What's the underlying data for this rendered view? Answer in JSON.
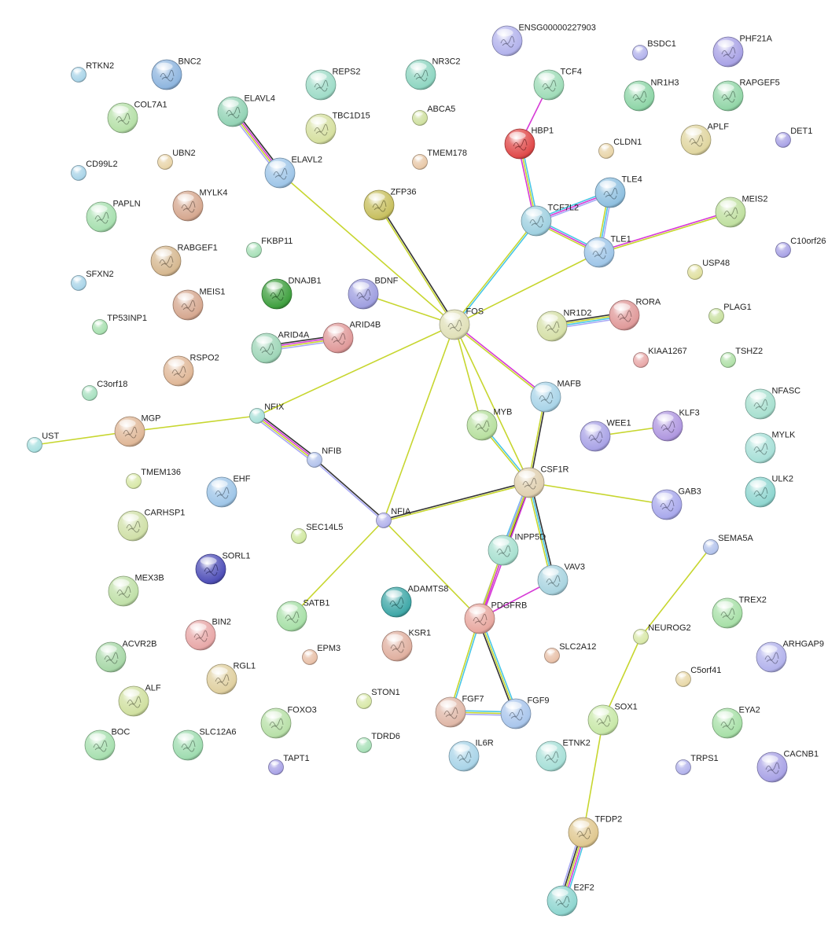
{
  "colors": {
    "textmining": "#c7d62f",
    "coexpression": "#333333",
    "database": "#49c6e5",
    "experimental": "#d63ad6",
    "homology": "#a9a9f5",
    "cooccurrence": "#2e3bd6",
    "neighborhood": "#3ec54a",
    "fusion": "#d62b2b",
    "label": "#222222"
  },
  "nodes": [
    {
      "id": "RTKN2",
      "label": "RTKN2",
      "color": "#a9d4e8",
      "big": false
    },
    {
      "id": "BNC2",
      "label": "BNC2",
      "color": "#8fb6df",
      "big": true
    },
    {
      "id": "COL7A1",
      "label": "COL7A1",
      "color": "#b6e0a8",
      "big": true
    },
    {
      "id": "ELAVL4",
      "label": "ELAVL4",
      "color": "#93d3b5",
      "big": true
    },
    {
      "id": "REPS2",
      "label": "REPS2",
      "color": "#9fdcc8",
      "big": true
    },
    {
      "id": "NR3C2",
      "label": "NR3C2",
      "color": "#8fd6c2",
      "big": true
    },
    {
      "id": "ENSG",
      "label": "ENSG00000227903",
      "color": "#b3b3ec",
      "big": true
    },
    {
      "id": "BSDC1",
      "label": "BSDC1",
      "color": "#b3b3ec",
      "big": false
    },
    {
      "id": "PHF21A",
      "label": "PHF21A",
      "color": "#a9a3e6",
      "big": true
    },
    {
      "id": "TCF4",
      "label": "TCF4",
      "color": "#9fdcb8",
      "big": true
    },
    {
      "id": "NR1H3",
      "label": "NR1H3",
      "color": "#8fd6a8",
      "big": true
    },
    {
      "id": "RAPGEF5",
      "label": "RAPGEF5",
      "color": "#93d6a8",
      "big": true
    },
    {
      "id": "CD99L2",
      "label": "CD99L2",
      "color": "#a9d4e8",
      "big": false
    },
    {
      "id": "UBN2",
      "label": "UBN2",
      "color": "#e8d4a8",
      "big": false
    },
    {
      "id": "TBC1D15",
      "label": "TBC1D15",
      "color": "#d6e0a0",
      "big": true
    },
    {
      "id": "ABCA5",
      "label": "ABCA5",
      "color": "#cfe0a0",
      "big": false
    },
    {
      "id": "HBP1",
      "label": "HBP1",
      "color": "#e04a4a",
      "big": true
    },
    {
      "id": "CLDN1",
      "label": "CLDN1",
      "color": "#e8d4a8",
      "big": false
    },
    {
      "id": "APLF",
      "label": "APLF",
      "color": "#e0d6a0",
      "big": true
    },
    {
      "id": "DET1",
      "label": "DET1",
      "color": "#a9a3e6",
      "big": false
    },
    {
      "id": "ELAVL2",
      "label": "ELAVL2",
      "color": "#9fc6e8",
      "big": true
    },
    {
      "id": "TMEM178",
      "label": "TMEM178",
      "color": "#e8c8a8",
      "big": false
    },
    {
      "id": "PAPLN",
      "label": "PAPLN",
      "color": "#a8e0b0",
      "big": true
    },
    {
      "id": "MYLK4",
      "label": "MYLK4",
      "color": "#d6a890",
      "big": true
    },
    {
      "id": "ZFP36",
      "label": "ZFP36",
      "color": "#c8c060",
      "big": true
    },
    {
      "id": "TLE4",
      "label": "TLE4",
      "color": "#8fc0e0",
      "big": true
    },
    {
      "id": "TCF7L2",
      "label": "TCF7L2",
      "color": "#9fd0e0",
      "big": true
    },
    {
      "id": "MEIS2",
      "label": "MEIS2",
      "color": "#c0e0a0",
      "big": true
    },
    {
      "id": "SFXN2",
      "label": "SFXN2",
      "color": "#a9d4e8",
      "big": false
    },
    {
      "id": "RABGEF1",
      "label": "RABGEF1",
      "color": "#d6b890",
      "big": true
    },
    {
      "id": "FKBP11",
      "label": "FKBP11",
      "color": "#a8e0b8",
      "big": false
    },
    {
      "id": "TLE1",
      "label": "TLE1",
      "color": "#9fc6e8",
      "big": true
    },
    {
      "id": "C10orf26",
      "label": "C10orf26",
      "color": "#a9a3e6",
      "big": false
    },
    {
      "id": "USP48",
      "label": "USP48",
      "color": "#e0e0a0",
      "big": false
    },
    {
      "id": "MEIS1",
      "label": "MEIS1",
      "color": "#d6a890",
      "big": true
    },
    {
      "id": "DNAJB1",
      "label": "DNAJB1",
      "color": "#40a040",
      "big": true
    },
    {
      "id": "BDNF",
      "label": "BDNF",
      "color": "#9f9fe0",
      "big": true
    },
    {
      "id": "FOS",
      "label": "FOS",
      "color": "#e0e0b8",
      "big": true
    },
    {
      "id": "NR1D2",
      "label": "NR1D2",
      "color": "#d6e0a8",
      "big": true
    },
    {
      "id": "RORA",
      "label": "RORA",
      "color": "#e09a9a",
      "big": true
    },
    {
      "id": "PLAG1",
      "label": "PLAG1",
      "color": "#c8e0a0",
      "big": false
    },
    {
      "id": "TP53INP1",
      "label": "TP53INP1",
      "color": "#a8e0b0",
      "big": false
    },
    {
      "id": "ARID4A",
      "label": "ARID4A",
      "color": "#9fd6b8",
      "big": true
    },
    {
      "id": "ARID4B",
      "label": "ARID4B",
      "color": "#e09a9a",
      "big": true
    },
    {
      "id": "KIAA1267",
      "label": "KIAA1267",
      "color": "#e8a8a8",
      "big": false
    },
    {
      "id": "TSHZ2",
      "label": "TSHZ2",
      "color": "#b0e0a8",
      "big": false
    },
    {
      "id": "RSPO2",
      "label": "RSPO2",
      "color": "#e0b898",
      "big": true
    },
    {
      "id": "C3orf18",
      "label": "C3orf18",
      "color": "#a8e0c0",
      "big": false
    },
    {
      "id": "MAFB",
      "label": "MAFB",
      "color": "#a9d4e8",
      "big": true
    },
    {
      "id": "NFASC",
      "label": "NFASC",
      "color": "#a8e0d0",
      "big": true
    },
    {
      "id": "NFIX",
      "label": "NFIX",
      "color": "#a8e0d8",
      "big": false
    },
    {
      "id": "MGP",
      "label": "MGP",
      "color": "#e0b898",
      "big": true
    },
    {
      "id": "MYB",
      "label": "MYB",
      "color": "#b8e0a0",
      "big": true
    },
    {
      "id": "WEE1",
      "label": "WEE1",
      "color": "#a9a3e6",
      "big": true
    },
    {
      "id": "KLF3",
      "label": "KLF3",
      "color": "#b098e0",
      "big": true
    },
    {
      "id": "UST",
      "label": "UST",
      "color": "#a8e0e0",
      "big": false
    },
    {
      "id": "NFIB",
      "label": "NFIB",
      "color": "#b3c3ec",
      "big": false
    },
    {
      "id": "MYLK",
      "label": "MYLK",
      "color": "#a8e0d8",
      "big": true
    },
    {
      "id": "CSF1R",
      "label": "CSF1R",
      "color": "#e0d0b0",
      "big": true
    },
    {
      "id": "TMEM136",
      "label": "TMEM136",
      "color": "#d8e8a8",
      "big": false
    },
    {
      "id": "EHF",
      "label": "EHF",
      "color": "#9fc6e8",
      "big": true
    },
    {
      "id": "ULK2",
      "label": "ULK2",
      "color": "#8fd6d0",
      "big": true
    },
    {
      "id": "GAB3",
      "label": "GAB3",
      "color": "#a9a9ec",
      "big": true
    },
    {
      "id": "CARHSP1",
      "label": "CARHSP1",
      "color": "#d0e0a8",
      "big": true
    },
    {
      "id": "NFIA",
      "label": "NFIA",
      "color": "#b3b3ec",
      "big": false
    },
    {
      "id": "SEC14L5",
      "label": "SEC14L5",
      "color": "#d0e8a0",
      "big": false
    },
    {
      "id": "INPP5D",
      "label": "INPP5D",
      "color": "#a8e0d0",
      "big": true
    },
    {
      "id": "SEMA5A",
      "label": "SEMA5A",
      "color": "#b3c3ec",
      "big": false
    },
    {
      "id": "SORL1",
      "label": "SORL1",
      "color": "#5050b8",
      "big": true
    },
    {
      "id": "MEX3B",
      "label": "MEX3B",
      "color": "#c0e0a8",
      "big": true
    },
    {
      "id": "VAV3",
      "label": "VAV3",
      "color": "#a9d4e0",
      "big": true
    },
    {
      "id": "SATB1",
      "label": "SATB1",
      "color": "#a8e0a8",
      "big": true
    },
    {
      "id": "ADAMTS8",
      "label": "ADAMTS8",
      "color": "#40a8a8",
      "big": true
    },
    {
      "id": "TREX2",
      "label": "TREX2",
      "color": "#a8e0a8",
      "big": true
    },
    {
      "id": "BIN2",
      "label": "BIN2",
      "color": "#e8a8a8",
      "big": true
    },
    {
      "id": "PDGFRB",
      "label": "PDGFRB",
      "color": "#e8a8a0",
      "big": true
    },
    {
      "id": "NEUROG2",
      "label": "NEUROG2",
      "color": "#d8e8a8",
      "big": false
    },
    {
      "id": "ARHGAP9",
      "label": "ARHGAP9",
      "color": "#b3b3ec",
      "big": true
    },
    {
      "id": "ACVR2B",
      "label": "ACVR2B",
      "color": "#a8d8a8",
      "big": true
    },
    {
      "id": "EPM3",
      "label": "EPM3",
      "color": "#e8c0a8",
      "big": false
    },
    {
      "id": "KSR1",
      "label": "KSR1",
      "color": "#e0b0a0",
      "big": true
    },
    {
      "id": "SLC2A12",
      "label": "SLC2A12",
      "color": "#e8c0a8",
      "big": false
    },
    {
      "id": "RGL1",
      "label": "RGL1",
      "color": "#e0d0a0",
      "big": true
    },
    {
      "id": "C5orf41",
      "label": "C5orf41",
      "color": "#e8d8a8",
      "big": false
    },
    {
      "id": "ALF",
      "label": "ALF",
      "color": "#d0e0a0",
      "big": true
    },
    {
      "id": "STON1",
      "label": "STON1",
      "color": "#d8e8a8",
      "big": false
    },
    {
      "id": "FOXO3",
      "label": "FOXO3",
      "color": "#b8e0a8",
      "big": true
    },
    {
      "id": "FGF7",
      "label": "FGF7",
      "color": "#e0b8a8",
      "big": true
    },
    {
      "id": "FGF9",
      "label": "FGF9",
      "color": "#a9c6ec",
      "big": true
    },
    {
      "id": "SOX1",
      "label": "SOX1",
      "color": "#c8e8a8",
      "big": true
    },
    {
      "id": "EYA2",
      "label": "EYA2",
      "color": "#a8e0a8",
      "big": true
    },
    {
      "id": "BOC",
      "label": "BOC",
      "color": "#a8e0b0",
      "big": true
    },
    {
      "id": "SLC12A6",
      "label": "SLC12A6",
      "color": "#9fdcb0",
      "big": true
    },
    {
      "id": "TDRD6",
      "label": "TDRD6",
      "color": "#a8e0b8",
      "big": false
    },
    {
      "id": "IL6R",
      "label": "IL6R",
      "color": "#a9d4e8",
      "big": true
    },
    {
      "id": "ETNK2",
      "label": "ETNK2",
      "color": "#a8e0d8",
      "big": true
    },
    {
      "id": "TAPT1",
      "label": "TAPT1",
      "color": "#a9a3e6",
      "big": false
    },
    {
      "id": "TRPS1",
      "label": "TRPS1",
      "color": "#b3b3ec",
      "big": false
    },
    {
      "id": "CACNB1",
      "label": "CACNB1",
      "color": "#a9a3e6",
      "big": true
    },
    {
      "id": "TFDP2",
      "label": "TFDP2",
      "color": "#e0c890",
      "big": true
    },
    {
      "id": "E2F2",
      "label": "E2F2",
      "color": "#8fd6d0",
      "big": true
    }
  ],
  "edges": [
    {
      "source": "ELAVL4",
      "target": "ELAVL2",
      "types": [
        "coexpression",
        "experimental",
        "textmining",
        "homology"
      ]
    },
    {
      "source": "ELAVL2",
      "target": "FOS",
      "types": [
        "textmining"
      ]
    },
    {
      "source": "ZFP36",
      "target": "FOS",
      "types": [
        "coexpression",
        "textmining"
      ]
    },
    {
      "source": "BDNF",
      "target": "FOS",
      "types": [
        "textmining"
      ]
    },
    {
      "source": "TCF4",
      "target": "HBP1",
      "types": [
        "experimental"
      ]
    },
    {
      "source": "HBP1",
      "target": "TCF7L2",
      "types": [
        "database",
        "textmining",
        "experimental"
      ]
    },
    {
      "source": "TCF7L2",
      "target": "TLE4",
      "types": [
        "database",
        "experimental",
        "homology"
      ]
    },
    {
      "source": "TCF7L2",
      "target": "TLE1",
      "types": [
        "database",
        "experimental",
        "textmining"
      ]
    },
    {
      "source": "TLE4",
      "target": "TLE1",
      "types": [
        "homology",
        "database",
        "textmining"
      ]
    },
    {
      "source": "TLE1",
      "target": "MEIS2",
      "types": [
        "experimental",
        "textmining"
      ]
    },
    {
      "source": "TCF7L2",
      "target": "FOS",
      "types": [
        "database",
        "textmining"
      ]
    },
    {
      "source": "FOS",
      "target": "TLE1",
      "types": [
        "textmining"
      ]
    },
    {
      "source": "ARID4A",
      "target": "ARID4B",
      "types": [
        "coexpression",
        "experimental",
        "textmining",
        "homology"
      ]
    },
    {
      "source": "NR1D2",
      "target": "RORA",
      "types": [
        "coexpression",
        "textmining",
        "database",
        "homology"
      ]
    },
    {
      "source": "FOS",
      "target": "MAFB",
      "types": [
        "experimental",
        "textmining"
      ]
    },
    {
      "source": "FOS",
      "target": "NFIX",
      "types": [
        "textmining"
      ]
    },
    {
      "source": "FOS",
      "target": "NFIA",
      "types": [
        "textmining"
      ]
    },
    {
      "source": "FOS",
      "target": "MYB",
      "types": [
        "textmining"
      ]
    },
    {
      "source": "FOS",
      "target": "CSF1R",
      "types": [
        "textmining"
      ]
    },
    {
      "source": "MAFB",
      "target": "CSF1R",
      "types": [
        "coexpression",
        "textmining"
      ]
    },
    {
      "source": "MYB",
      "target": "CSF1R",
      "types": [
        "database",
        "textmining"
      ]
    },
    {
      "source": "UST",
      "target": "MGP",
      "types": [
        "textmining"
      ]
    },
    {
      "source": "MGP",
      "target": "NFIX",
      "types": [
        "textmining"
      ]
    },
    {
      "source": "NFIX",
      "target": "NFIB",
      "types": [
        "coexpression",
        "experimental",
        "textmining",
        "homology"
      ]
    },
    {
      "source": "NFIB",
      "target": "NFIA",
      "types": [
        "coexpression",
        "homology"
      ]
    },
    {
      "source": "NFIA",
      "target": "CSF1R",
      "types": [
        "coexpression",
        "textmining"
      ]
    },
    {
      "source": "NFIA",
      "target": "SATB1",
      "types": [
        "textmining"
      ]
    },
    {
      "source": "NFIA",
      "target": "PDGFRB",
      "types": [
        "textmining"
      ]
    },
    {
      "source": "WEE1",
      "target": "KLF3",
      "types": [
        "textmining"
      ]
    },
    {
      "source": "CSF1R",
      "target": "GAB3",
      "types": [
        "textmining"
      ]
    },
    {
      "source": "CSF1R",
      "target": "INPP5D",
      "types": [
        "coexpression",
        "textmining",
        "database"
      ]
    },
    {
      "source": "CSF1R",
      "target": "VAV3",
      "types": [
        "coexpression",
        "database",
        "textmining"
      ]
    },
    {
      "source": "CSF1R",
      "target": "PDGFRB",
      "types": [
        "experimental",
        "textmining",
        "homology"
      ]
    },
    {
      "source": "INPP5D",
      "target": "PDGFRB",
      "types": [
        "experimental",
        "textmining"
      ]
    },
    {
      "source": "VAV3",
      "target": "PDGFRB",
      "types": [
        "experimental"
      ]
    },
    {
      "source": "PDGFRB",
      "target": "FGF7",
      "types": [
        "database",
        "textmining"
      ]
    },
    {
      "source": "PDGFRB",
      "target": "FGF9",
      "types": [
        "database",
        "textmining",
        "coexpression"
      ]
    },
    {
      "source": "FGF7",
      "target": "FGF9",
      "types": [
        "database",
        "textmining",
        "homology"
      ]
    },
    {
      "source": "SEMA5A",
      "target": "NEUROG2",
      "types": [
        "textmining"
      ]
    },
    {
      "source": "NEUROG2",
      "target": "SOX1",
      "types": [
        "textmining"
      ]
    },
    {
      "source": "SOX1",
      "target": "TFDP2",
      "types": [
        "textmining"
      ]
    },
    {
      "source": "TFDP2",
      "target": "E2F2",
      "types": [
        "database",
        "experimental",
        "textmining",
        "coexpression",
        "homology"
      ]
    }
  ]
}
